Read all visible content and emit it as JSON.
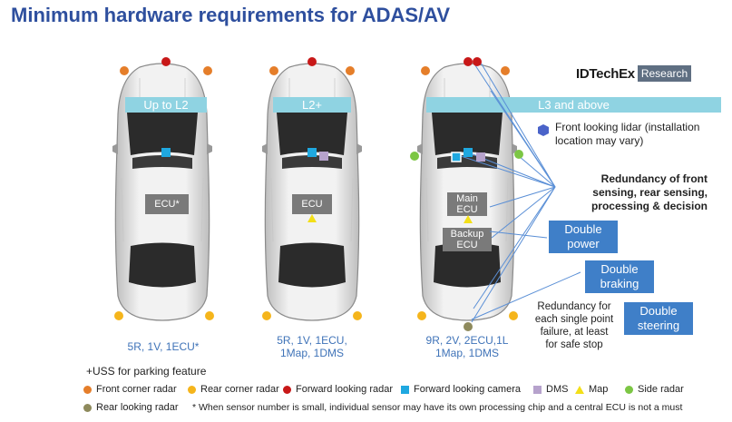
{
  "title": "Minimum hardware requirements for ADAS/AV",
  "logo": {
    "brand": "IDTechEx",
    "tag": "Research"
  },
  "levels": [
    {
      "band": "Up to L2",
      "ecu": "ECU*",
      "caption_1": "5R, 1V, 1ECU*",
      "caption_2": ""
    },
    {
      "band": "L2+",
      "ecu": "ECU",
      "caption_1": "5R, 1V, 1ECU,",
      "caption_2": "1Map, 1DMS"
    },
    {
      "band": "L3 and above",
      "ecu_main": "Main ECU",
      "ecu_backup": "Backup ECU",
      "caption_1": "9R, 2V, 2ECU,1L",
      "caption_2": "1Map, 1DMS"
    }
  ],
  "annotations": {
    "lidar_1": "Front looking lidar (installation",
    "lidar_2": "location may vary)",
    "redundancy_1": "Redundancy of front",
    "redundancy_2": "sensing, rear sensing,",
    "redundancy_3": "processing & decision",
    "failure_1": "Redundancy for",
    "failure_2": "each single point",
    "failure_3": "failure, at least",
    "failure_4": "for safe stop"
  },
  "boxes": {
    "power_1": "Double",
    "power_2": "power",
    "braking_1": "Double",
    "braking_2": "braking",
    "steering_1": "Double",
    "steering_2": "steering"
  },
  "notes": {
    "uss": "+USS for parking feature",
    "footnote": "* When sensor number is small, individual sensor may have its own processing chip and a central ECU is not a must"
  },
  "legend": [
    {
      "label": "Front corner radar",
      "color": "#e57e2a",
      "shape": "circle"
    },
    {
      "label": "Rear corner radar",
      "color": "#f5b51c",
      "shape": "circle"
    },
    {
      "label": "Forward looking radar",
      "color": "#c81818",
      "shape": "circle"
    },
    {
      "label": "Forward looking camera",
      "color": "#1fa8e0",
      "shape": "square"
    },
    {
      "label": "DMS",
      "color": "#b6a2cc",
      "shape": "square"
    },
    {
      "label": "Map",
      "color": "#f3df18",
      "shape": "triangle"
    },
    {
      "label": "Side radar",
      "color": "#7cc644",
      "shape": "circle"
    },
    {
      "label": "Rear looking radar",
      "color": "#8e8a5c",
      "shape": "circle"
    }
  ],
  "colors": {
    "title": "#2e4f9e",
    "band": "#8fd3e2",
    "box": "#3f7fc8",
    "caption": "#3f73b8",
    "lidar": "#4a63c9"
  }
}
